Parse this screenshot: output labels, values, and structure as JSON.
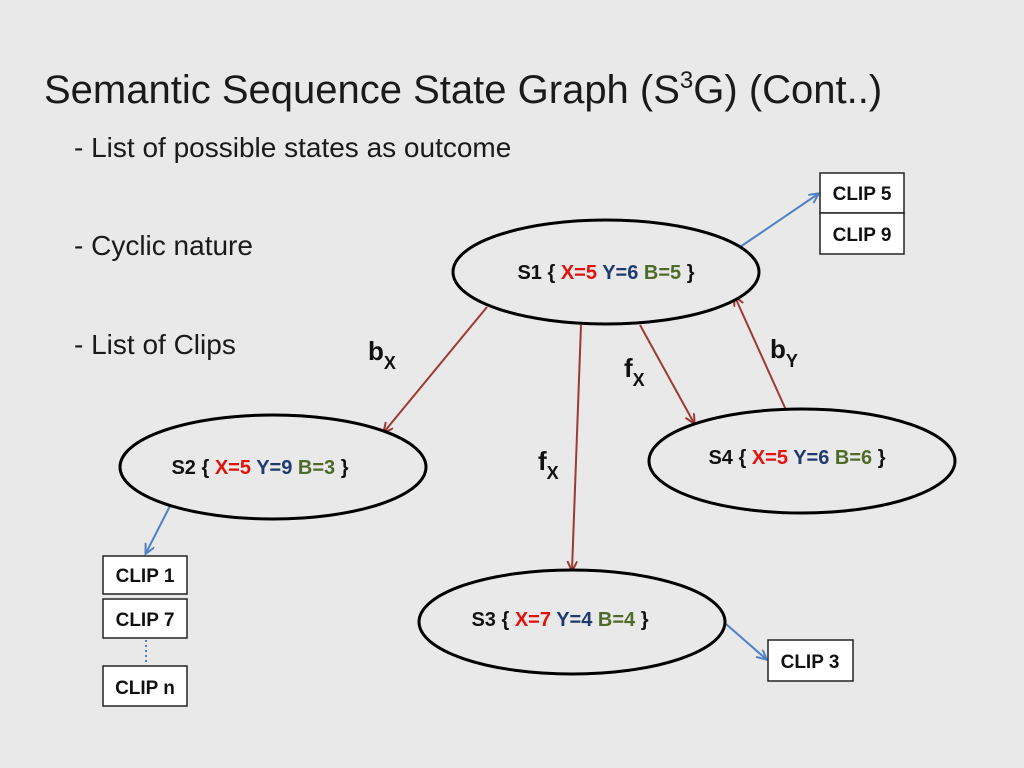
{
  "title": {
    "main": "Semantic Sequence State Graph (S",
    "sup": "3",
    "end": "G) (Cont..)"
  },
  "bullets": [
    "- List of possible states as outcome",
    "-  Cyclic nature",
    "- List of Clips"
  ],
  "states": {
    "s1": {
      "name": "S1",
      "x": "X=5",
      "y": "Y=6",
      "b": "B=5"
    },
    "s2": {
      "name": "S2",
      "x": "X=5",
      "y": "Y=9",
      "b": "B=3"
    },
    "s3": {
      "name": "S3",
      "x": "X=7",
      "y": "Y=4",
      "b": "B=4"
    },
    "s4": {
      "name": "S4",
      "x": "X=5",
      "y": "Y=6",
      "b": "B=6"
    }
  },
  "brace_open": "{",
  "brace_close": "}",
  "clips": {
    "clip5": "CLIP 5",
    "clip9": "CLIP 9",
    "clip1": "CLIP 1",
    "clip7": "CLIP 7",
    "clipn": "CLIP n",
    "clip3": "CLIP 3"
  },
  "edges": {
    "s1_s2": {
      "label": "b",
      "sub": "X"
    },
    "s1_s4": {
      "label": "f",
      "sub": "X"
    },
    "s1_s3": {
      "label": "f",
      "sub": "X"
    },
    "s4_s1": {
      "label": "b",
      "sub": "Y"
    }
  },
  "colors": {
    "x_value": "#e3120b",
    "y_value": "#1f3a6e",
    "b_value": "#4f6b2a",
    "state_arrow": "#9b3a36",
    "clip_arrow": "#4f81c6"
  }
}
